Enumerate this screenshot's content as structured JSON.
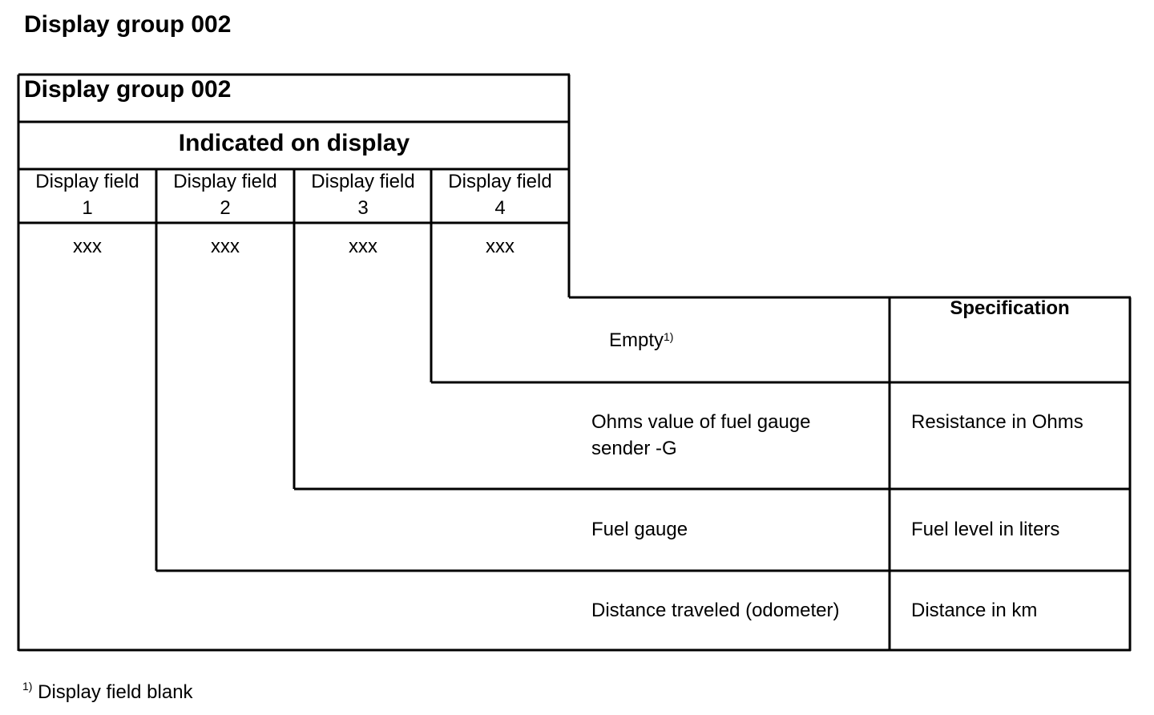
{
  "page_title": "Display group 002",
  "table": {
    "group_title": "Display group 002",
    "indicated_label": "Indicated on display",
    "fields": [
      {
        "label": "Display field",
        "number": "1",
        "value": "xxx"
      },
      {
        "label": "Display field",
        "number": "2",
        "value": "xxx"
      },
      {
        "label": "Display field",
        "number": "3",
        "value": "xxx"
      },
      {
        "label": "Display field",
        "number": "4",
        "value": "xxx"
      }
    ],
    "specification_header": "Specification",
    "rows": [
      {
        "description": "Empty",
        "description_sup": "1)",
        "specification": ""
      },
      {
        "description_line1": "Ohms value of fuel gauge",
        "description_line2": "sender -G",
        "specification": "Resistance in Ohms"
      },
      {
        "description": "Fuel gauge",
        "specification": "Fuel level in liters"
      },
      {
        "description": "Distance traveled (odometer)",
        "specification": "Distance in km"
      }
    ]
  },
  "footnote": {
    "marker": "1)",
    "text": "Display field blank"
  }
}
